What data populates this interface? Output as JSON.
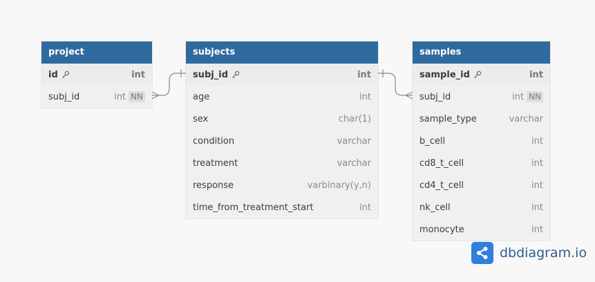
{
  "tables": {
    "project": {
      "title": "project",
      "fields": [
        {
          "name": "id",
          "type": "int",
          "pk": true,
          "nn": ""
        },
        {
          "name": "subj_id",
          "type": "int",
          "pk": false,
          "nn": "NN"
        }
      ]
    },
    "subjects": {
      "title": "subjects",
      "fields": [
        {
          "name": "subj_id",
          "type": "int",
          "pk": true,
          "nn": ""
        },
        {
          "name": "age",
          "type": "int",
          "pk": false,
          "nn": ""
        },
        {
          "name": "sex",
          "type": "char(1)",
          "pk": false,
          "nn": ""
        },
        {
          "name": "condition",
          "type": "varchar",
          "pk": false,
          "nn": ""
        },
        {
          "name": "treatment",
          "type": "varchar",
          "pk": false,
          "nn": ""
        },
        {
          "name": "response",
          "type": "varbinary(y,n)",
          "pk": false,
          "nn": ""
        },
        {
          "name": "time_from_treatment_start",
          "type": "int",
          "pk": false,
          "nn": ""
        }
      ]
    },
    "samples": {
      "title": "samples",
      "fields": [
        {
          "name": "sample_id",
          "type": "int",
          "pk": true,
          "nn": ""
        },
        {
          "name": "subj_id",
          "type": "int",
          "pk": false,
          "nn": "NN"
        },
        {
          "name": "sample_type",
          "type": "varchar",
          "pk": false,
          "nn": ""
        },
        {
          "name": "b_cell",
          "type": "int",
          "pk": false,
          "nn": ""
        },
        {
          "name": "cd8_t_cell",
          "type": "int",
          "pk": false,
          "nn": ""
        },
        {
          "name": "cd4_t_cell",
          "type": "int",
          "pk": false,
          "nn": ""
        },
        {
          "name": "nk_cell",
          "type": "int",
          "pk": false,
          "nn": ""
        },
        {
          "name": "monocyte",
          "type": "int",
          "pk": false,
          "nn": ""
        }
      ]
    }
  },
  "relationships": [
    {
      "from": "project.subj_id",
      "to": "subjects.subj_id",
      "from_end": "many",
      "to_end": "one"
    },
    {
      "from": "subjects.subj_id",
      "to": "samples.subj_id",
      "from_end": "one",
      "to_end": "many"
    }
  ],
  "brand": {
    "text": "dbdiagram.io",
    "logo_color": "#2f7fdc",
    "icon": "share-node-icon"
  },
  "colors": {
    "header": "#2f6a9e",
    "table_bg": "#f0f0f0",
    "link": "#8a8a8a"
  }
}
